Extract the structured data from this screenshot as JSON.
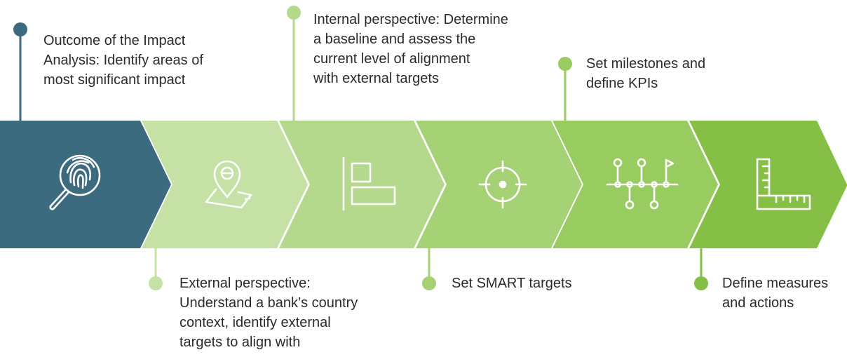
{
  "steps": [
    {
      "icon": "fingerprint-magnifier-icon",
      "color": "#3c6a7f",
      "dot_color": "#3c6a7f",
      "label_lines": [
        "Outcome of the Impact",
        "Analysis: Identify areas of",
        "most significant impact"
      ]
    },
    {
      "icon": "map-pin-icon",
      "color": "#c5e1a5",
      "dot_color": "#c5e1a5",
      "label_lines": [
        "External perspective:",
        "Understand a bank’s country",
        "context, identify external",
        "targets to align with"
      ]
    },
    {
      "icon": "alignment-icon",
      "color": "#b5d98c",
      "dot_color": "#b5d98c",
      "label_lines": [
        "Internal perspective: Determine",
        "a baseline and assess the",
        "current level of alignment",
        "with external targets"
      ]
    },
    {
      "icon": "target-crosshair-icon",
      "color": "#a5d274",
      "dot_color": "#a5d274",
      "label_lines": [
        "Set SMART targets"
      ]
    },
    {
      "icon": "milestones-icon",
      "color": "#98cb60",
      "dot_color": "#98cb60",
      "label_lines": [
        "Set milestones and",
        "define KPIs"
      ]
    },
    {
      "icon": "ruler-square-icon",
      "color": "#86bf45",
      "dot_color": "#86bf45",
      "label_lines": [
        "Define measures",
        "and actions"
      ]
    }
  ]
}
